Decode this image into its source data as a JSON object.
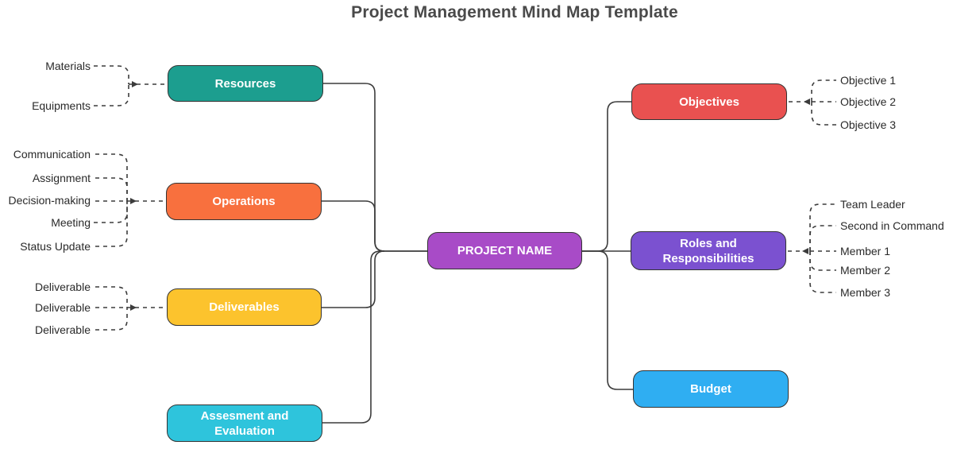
{
  "title": "Project Management Mind Map Template",
  "colors": {
    "line": "#3c3c3c",
    "title_text": "#4a4a4a",
    "leaf_text": "#2a2a2a",
    "node_text": "#ffffff"
  },
  "center": {
    "label": "PROJECT NAME",
    "color": "#A84BC7"
  },
  "branches": [
    {
      "id": "resources",
      "label": "Resources",
      "color": "#1C9E8F",
      "side": "left",
      "leaves": [
        "Materials",
        "Equipments"
      ]
    },
    {
      "id": "operations",
      "label": "Operations",
      "color": "#F8703E",
      "side": "left",
      "leaves": [
        "Communication",
        "Assignment",
        "Decision-making",
        "Meeting",
        "Status Update"
      ]
    },
    {
      "id": "deliverables",
      "label": "Deliverables",
      "color": "#FCC32D",
      "side": "left",
      "leaves": [
        "Deliverable",
        "Deliverable",
        "Deliverable"
      ]
    },
    {
      "id": "assessment",
      "label": "Assesment and Evaluation",
      "color": "#2EC4DC",
      "side": "left",
      "leaves": []
    },
    {
      "id": "objectives",
      "label": "Objectives",
      "color": "#E95150",
      "side": "right",
      "leaves": [
        "Objective 1",
        "Objective 2",
        "Objective 3"
      ]
    },
    {
      "id": "roles",
      "label": "Roles and Responsibilities",
      "color": "#7B51D0",
      "side": "right",
      "leaves": [
        "Team Leader",
        "Second in Command",
        "Member 1",
        "Member 2",
        "Member 3"
      ]
    },
    {
      "id": "budget",
      "label": "Budget",
      "color": "#2FAEF2",
      "side": "right",
      "leaves": []
    }
  ]
}
